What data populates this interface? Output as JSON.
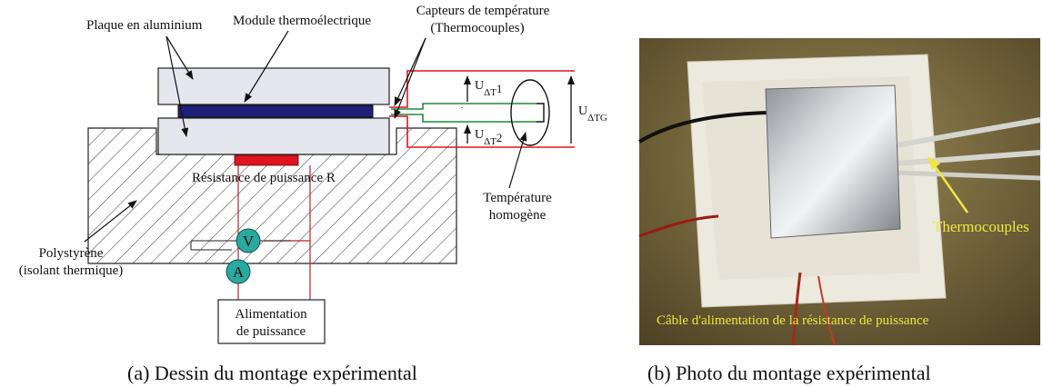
{
  "diagram": {
    "aluminium_plate": "Plaque en aluminium",
    "thermo_module": "Module thermoélectrique",
    "sensors_line1": "Capteurs de température",
    "sensors_line2": "(Thermocouples)",
    "resistor": "Résistance de puissance R",
    "temp_line1": "Température",
    "temp_line2": "homogène",
    "poly_line1": "Polystyrène",
    "poly_line2": "(isolant thermique)",
    "supply_line1": "Alimentation",
    "supply_line2": "de puissance",
    "voltmeter": "V",
    "ammeter": "A",
    "u_symbol": "U",
    "dt1_sub": "ΔT",
    "dt1_idx": "1",
    "dt2_sub": "ΔT",
    "dt2_idx": "2",
    "dtg_sub": "ΔTG"
  },
  "photo": {
    "thermocouples_label": "Thermocouples",
    "cable_label": "Câble d'alimentation de la résistance de puissance"
  },
  "captions": {
    "a": "(a) Dessin du montage expérimental",
    "b": "(b) Photo du montage expérimental"
  },
  "colors": {
    "module": "#1f1f7a",
    "plate": "#e6e6ee",
    "resistor": "#e0141e",
    "red_wire": "#e0141e",
    "green_wire": "#1f8a3a",
    "meter": "#2aa9a0",
    "photo_label": "#f0e640"
  }
}
